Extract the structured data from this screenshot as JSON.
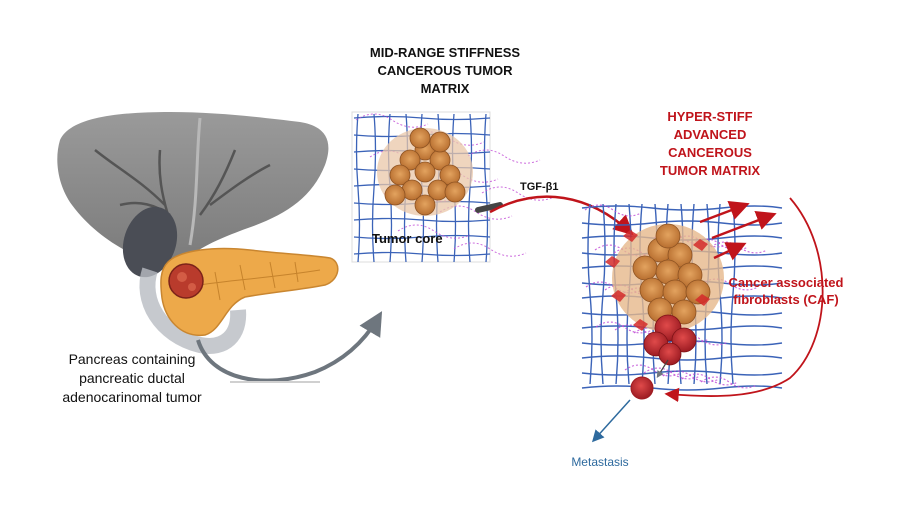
{
  "labels": {
    "mid_title": [
      "MID-RANGE  STIFFNESS",
      "CANCEROUS TUMOR",
      "MATRIX"
    ],
    "hyper_title": [
      "HYPER-STIFF",
      "ADVANCED",
      "CANCEROUS",
      "TUMOR MATRIX"
    ],
    "tgf": "TGF-β1",
    "tumor_core": "Tumor core",
    "caf": [
      "Cancer associated",
      "fibroblasts (CAF)"
    ],
    "pancreas": [
      "Pancreas containing",
      "pancreatic ductal",
      "adenocarinomal tumor"
    ],
    "metastasis": "Metastasis"
  },
  "colors": {
    "liver": "#8c8c8c",
    "pancreas": "#eda94a",
    "tumor": "#c8833f",
    "accent_red": "#c0141b",
    "mesh_blue": "#3b63b8",
    "mesh_purple": "#c04ad6",
    "metastasis_blue": "#2e6a9e"
  },
  "icons": [
    "liver-icon",
    "gallbladder-icon",
    "pancreas-icon",
    "tumor-cluster-icon",
    "matrix-mesh-icon",
    "caf-cell-icon"
  ]
}
